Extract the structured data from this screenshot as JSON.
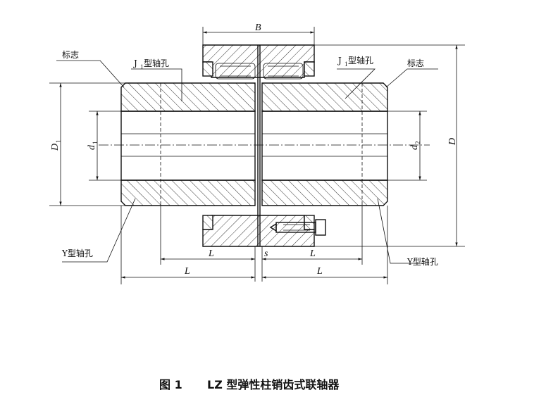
{
  "labels": {
    "mark_left": "标志",
    "mark_right": "标志",
    "j1_left_main": "J",
    "j1_left_sub": "1",
    "j1_left_tail": " 型轴孔",
    "j1_right_main": "J",
    "j1_right_sub": "1",
    "j1_right_tail": " 型轴孔",
    "y_left": "Y型轴孔",
    "y_right": "Y型轴孔"
  },
  "dims": {
    "B": "B",
    "D": "D",
    "D1_main": "D",
    "D1_sub": "1",
    "d1_main": "d",
    "d1_sub": "1",
    "d2_main": "d",
    "d2_sub": "2",
    "L_inner_left": "L",
    "L_inner_right": "L",
    "s": "s",
    "L_outer_left": "L",
    "L_outer_right": "L"
  },
  "caption": {
    "figure": "图 1",
    "title": "LZ 型弹性柱销齿式联轴器"
  }
}
